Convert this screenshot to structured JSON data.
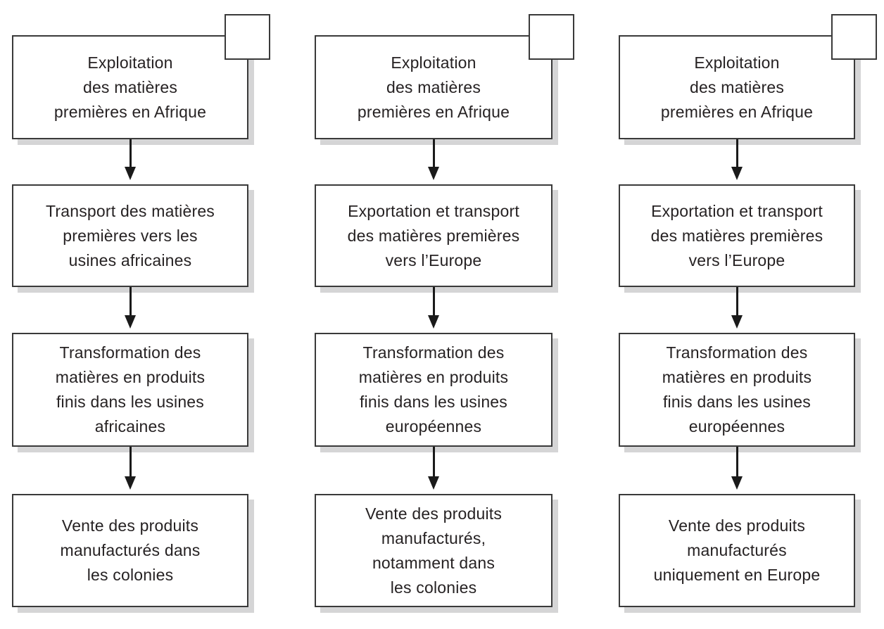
{
  "colors": {
    "box_border": "#3a3a3a",
    "text": "#262223",
    "shadow": "#d5d5d6",
    "arrow": "#1a1a1a",
    "background": "#ffffff",
    "box_bg": "#ffffff"
  },
  "diagram": {
    "type": "flowchart",
    "columns": [
      {
        "checkbox_value": "",
        "boxes": [
          {
            "lines": [
              "Exploitation",
              "des matières",
              "premières en Afrique"
            ]
          },
          {
            "lines": [
              "Transport des matières",
              "premières vers les",
              "usines africaines"
            ]
          },
          {
            "lines": [
              "Transformation des",
              "matières en produits",
              "finis dans les usines",
              "africaines"
            ]
          },
          {
            "lines": [
              "Vente des produits",
              "manufacturés dans",
              "les colonies"
            ]
          }
        ]
      },
      {
        "checkbox_value": "",
        "boxes": [
          {
            "lines": [
              "Exploitation",
              "des matières",
              "premières en Afrique"
            ]
          },
          {
            "lines": [
              "Exportation et transport",
              "des matières premières",
              "vers l’Europe"
            ]
          },
          {
            "lines": [
              "Transformation des",
              "matières en produits",
              "finis dans les usines",
              "européennes"
            ]
          },
          {
            "lines": [
              "Vente des produits",
              "manufacturés,",
              "notamment dans",
              "les colonies"
            ]
          }
        ]
      },
      {
        "checkbox_value": "",
        "boxes": [
          {
            "lines": [
              "Exploitation",
              "des matières",
              "premières en Afrique"
            ]
          },
          {
            "lines": [
              "Exportation et transport",
              "des matières premières",
              "vers l’Europe"
            ]
          },
          {
            "lines": [
              "Transformation des",
              "matières en produits",
              "finis dans les usines",
              "européennes"
            ]
          },
          {
            "lines": [
              "Vente des produits",
              "manufacturés",
              "uniquement en Europe"
            ]
          }
        ]
      }
    ]
  }
}
